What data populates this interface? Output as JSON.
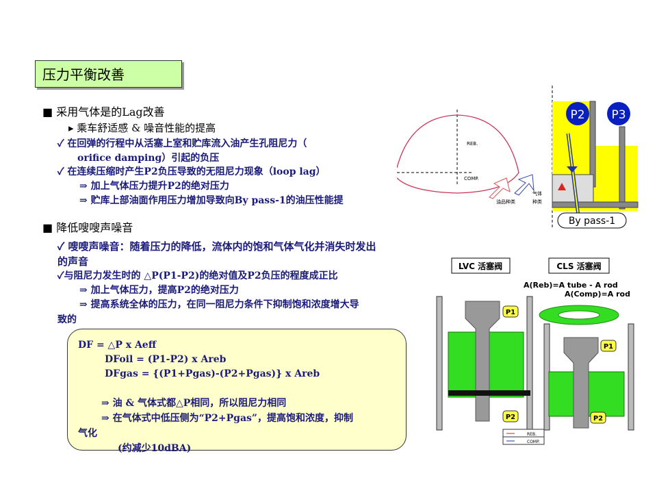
{
  "title": "压力平衡改善",
  "section1": {
    "heading": "■ 采用气体是的Lag改善",
    "sub": "▸ 乘车舒适感 & 噪音性能的提高",
    "lines": [
      "✓  在回弹的行程中从活塞上室和贮库流入油产生孔阻尼力（",
      "orifice damping）引起的负压",
      "✓ 在连续压缩时产生P2负压导致的无阻尼力现象（loop lag）",
      "⇒  加上气体压力提升P2的绝对压力",
      "⇒  贮库上部油面作用压力增加导致向By pass-1的油压性能提"
    ]
  },
  "section2": {
    "heading": "■ 降低嗖嗖声噪音",
    "lines": [
      "✓ 嗖嗖声噪音：随着压力的降低，流体内的饱和气体气化并消失时发出",
      "的声音",
      "✓与阻尼力发生时的 △P(P1-P2)的绝对值及P2负压的程度成正比",
      "⇒  加上气体压力，提高P2的绝对压力",
      "⇒  提高系统全体的压力，在同一阻尼力条件下抑制饱和浓度增大导",
      "致的"
    ]
  },
  "formula_box": {
    "lines": [
      "DF = △P x Aeff",
      "DFoil    = (P1-P2) x Areb",
      "DFgas = {(P1+Pgas)-(P2+Pgas)} x Areb",
      "⇒ 油 & 气体式都△P相同，所以阻尼力相同",
      "⇒ 在气体式中低压侧为“P2+Pgas”，提高饱和浓度，抑制",
      "气化",
      "(约减少10dBA)"
    ]
  },
  "loop_diagram": {
    "reb": "REB.",
    "comp": "COMP.",
    "oil_type": "油品种类",
    "gas_type_1": "气体",
    "gas_type_2": "种类"
  },
  "bypass_diagram": {
    "p2": "P2",
    "p3": "P3",
    "label": "By pass-1"
  },
  "valve_diagram": {
    "lvc": "LVC 活塞阀",
    "cls": "CLS 活塞阀",
    "areb": "A(Reb)=A tube - A rod",
    "acomp": "A(Comp)=A rod",
    "p1": "P1",
    "p2": "P2",
    "legend_reb": "REB.",
    "legend_comp": "COMP."
  },
  "colors": {
    "title_bg": "#ccffa6",
    "box_bg": "#ffffcc",
    "text": "#1a1a7a",
    "green": "#33dd22",
    "yellow": "#ffff00",
    "blue": "#0000cc"
  }
}
